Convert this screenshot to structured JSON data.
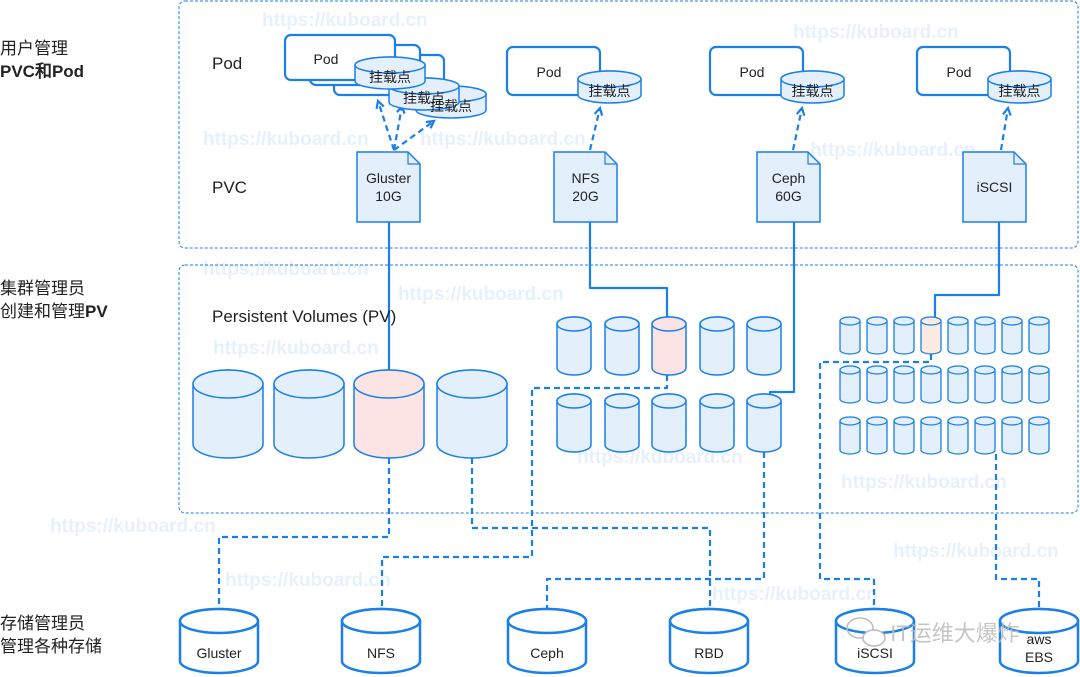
{
  "roles": {
    "user": {
      "line1": "用户管理",
      "line2": "PVC和Pod"
    },
    "cluster_admin": {
      "line1": "集群管理员",
      "line2_prefix": "创建和管理",
      "line2_bold": "PV"
    },
    "storage_admin": {
      "line1": "存储管理员",
      "line2": "管理各种存储"
    }
  },
  "labels": {
    "pod_row": "Pod",
    "pvc_row": "PVC",
    "pv_title": "Persistent Volumes (PV)"
  },
  "pods": [
    {
      "label": "Pod",
      "mount": "挂载点"
    },
    {
      "label": "Pod",
      "mount": "挂载点"
    },
    {
      "label": "Pod",
      "mount": "挂载点"
    },
    {
      "label": "Pod",
      "mount": "挂载点"
    }
  ],
  "pvcs": [
    {
      "line1": "Gluster",
      "line2": "10G"
    },
    {
      "line1": "NFS",
      "line2": "20G"
    },
    {
      "line1": "Ceph",
      "line2": "60G"
    },
    {
      "line1": "iSCSI",
      "line2": ""
    }
  ],
  "storages": [
    {
      "line1": "Gluster",
      "line2": ""
    },
    {
      "line1": "NFS",
      "line2": ""
    },
    {
      "line1": "Ceph",
      "line2": ""
    },
    {
      "line1": "RBD",
      "line2": ""
    },
    {
      "line1": "iSCSI",
      "line2": ""
    },
    {
      "line1": "aws",
      "line2": "EBS"
    }
  ],
  "watermark": "https://kuboard.cn",
  "brand_watermark": "IT运维大爆炸",
  "colors": {
    "stroke": "#1a7fe8",
    "fill": "#e3f0fc",
    "bound": "#fde4e4",
    "bound_small": "#fdeae0",
    "watermark": "#e6f1fd"
  }
}
